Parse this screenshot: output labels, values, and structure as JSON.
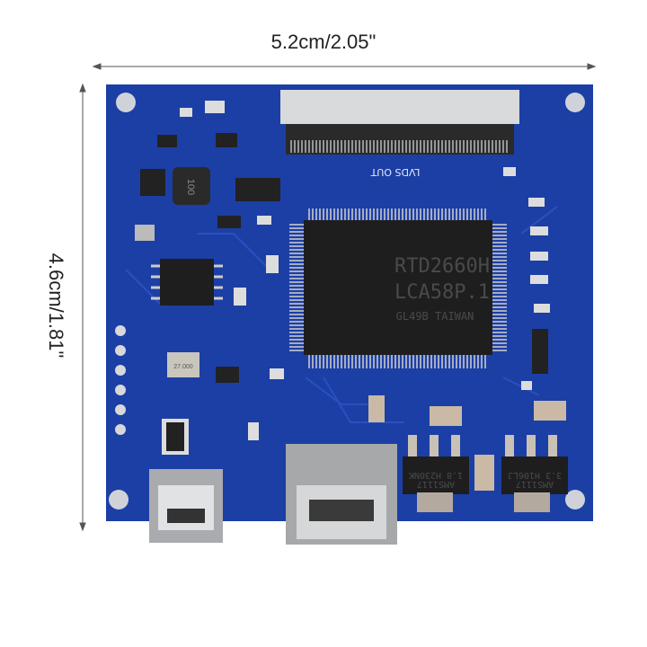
{
  "dimensions": {
    "width_label": "5.2cm/2.05\"",
    "height_label": "4.6cm/1.81\""
  },
  "board": {
    "color": "#1c3fa6",
    "main_chip": {
      "line1": "RTD2660H",
      "line2": "LCA58P.1",
      "line3": "GL49B TAIWAN"
    },
    "connector_label": "LVDS OUT",
    "regulator_left": {
      "line1": "AMS1117",
      "line2": "1.8 H230NK"
    },
    "regulator_right": {
      "line1": "AMS1117",
      "line2": "3.3 H106LJ"
    },
    "inductor_label": "100",
    "crystal_label": "27.000"
  }
}
